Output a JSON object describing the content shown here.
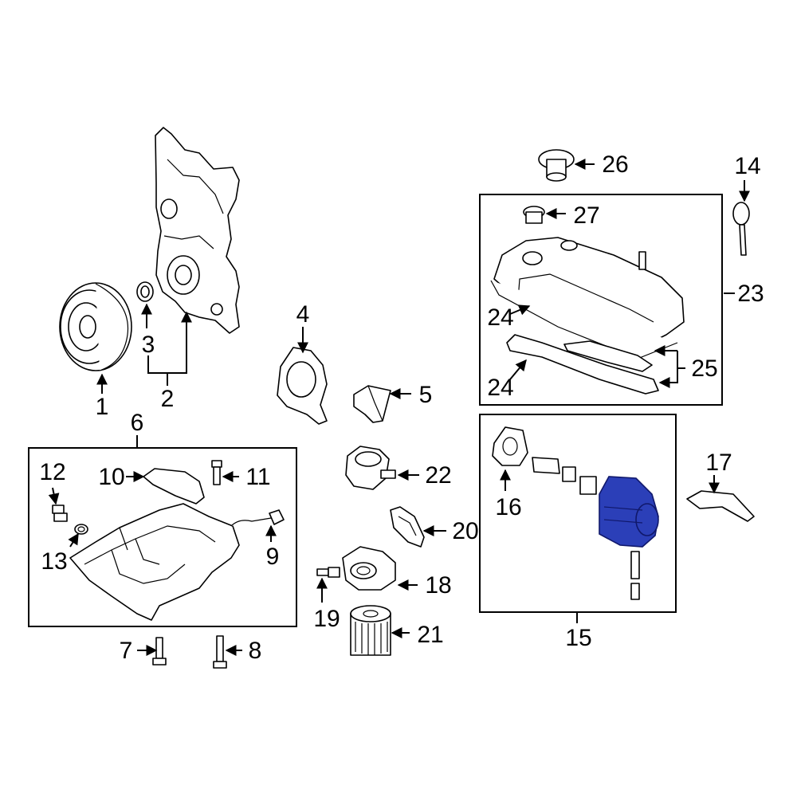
{
  "diagram": {
    "highlight_color": "#2b3fb8",
    "callouts": {
      "c1": "1",
      "c2": "2",
      "c3": "3",
      "c4": "4",
      "c5": "5",
      "c6": "6",
      "c7": "7",
      "c8": "8",
      "c9": "9",
      "c10": "10",
      "c11": "11",
      "c12": "12",
      "c13": "13",
      "c14": "14",
      "c15": "15",
      "c16": "16",
      "c17": "17",
      "c18": "18",
      "c19": "19",
      "c20": "20",
      "c21": "21",
      "c22": "22",
      "c23": "23",
      "c24a": "24",
      "c24b": "24",
      "c25": "25",
      "c26": "26",
      "c27": "27"
    }
  }
}
